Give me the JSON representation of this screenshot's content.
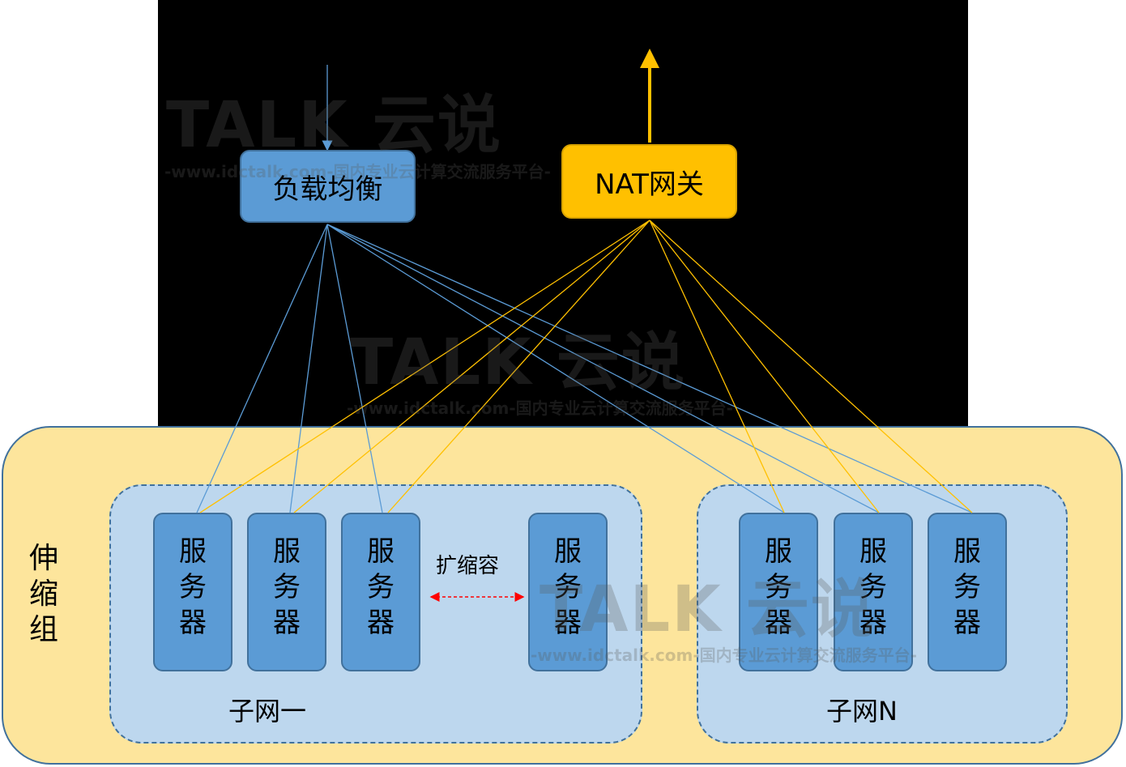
{
  "load_balancer": {
    "label": "负载均衡"
  },
  "nat_gateway": {
    "label": "NAT网关"
  },
  "scaling_group": {
    "label": "伸缩组"
  },
  "subnets": [
    {
      "label": "子网一"
    },
    {
      "label": "子网N"
    }
  ],
  "servers": [
    {
      "label": "服务器"
    },
    {
      "label": "服务器"
    },
    {
      "label": "服务器"
    },
    {
      "label": "服务器"
    },
    {
      "label": "服务器"
    },
    {
      "label": "服务器"
    },
    {
      "label": "服务器"
    }
  ],
  "scaling_action": {
    "label": "扩缩容"
  },
  "watermark": {
    "brand": "TALK 云说",
    "tagline": "-www.idctalk.com-国内专业云计算交流服务平台-"
  },
  "colors": {
    "load_balancer_line": "#5b9bd5",
    "nat_line": "#ffc000",
    "scale_arrow": "#ff0000"
  }
}
